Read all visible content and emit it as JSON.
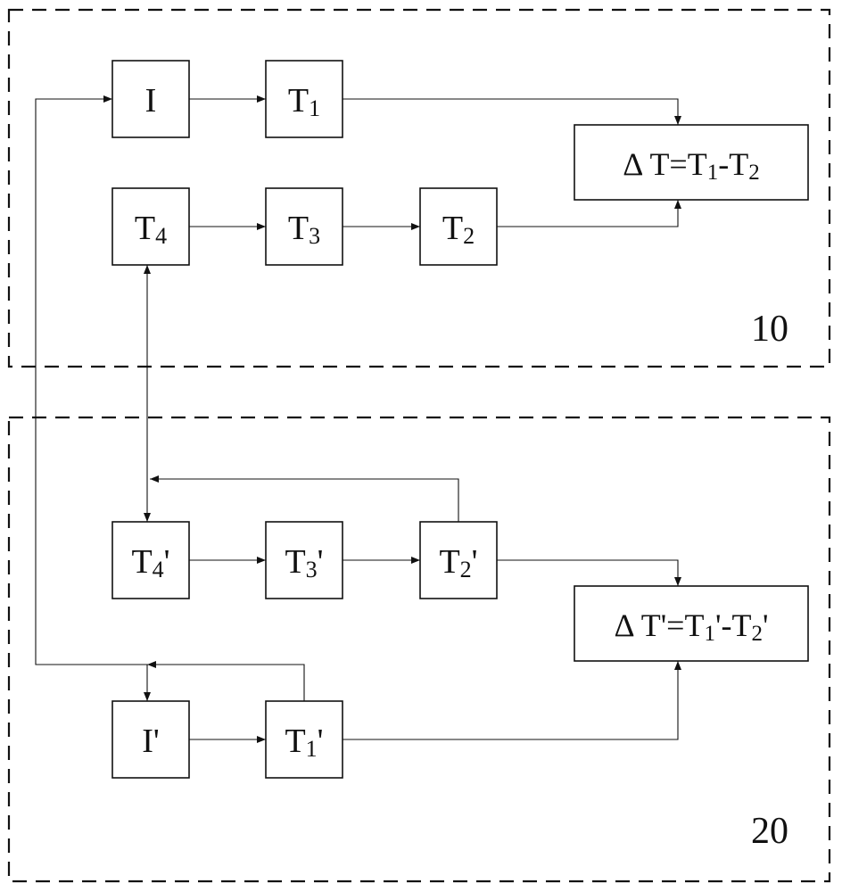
{
  "regions": {
    "top": {
      "label": "10"
    },
    "bottom": {
      "label": "20"
    }
  },
  "blocks": {
    "I": {
      "main": "I",
      "sub": "",
      "suffix": ""
    },
    "T1": {
      "main": "T",
      "sub": "1",
      "suffix": ""
    },
    "T2": {
      "main": "T",
      "sub": "2",
      "suffix": ""
    },
    "T3": {
      "main": "T",
      "sub": "3",
      "suffix": ""
    },
    "T4": {
      "main": "T",
      "sub": "4",
      "suffix": ""
    },
    "Ip": {
      "main": "I'",
      "sub": "",
      "suffix": ""
    },
    "T1p": {
      "main": "T",
      "sub": "1",
      "suffix": "'"
    },
    "T2p": {
      "main": "T",
      "sub": "2",
      "suffix": "'"
    },
    "T3p": {
      "main": "T",
      "sub": "3",
      "suffix": "'"
    },
    "T4p": {
      "main": "T",
      "sub": "4",
      "suffix": "'"
    }
  },
  "equations": {
    "top": {
      "delta": "Δ",
      "left": " T=T",
      "sub1": "1",
      "mid": "-T",
      "sub2": "2",
      "end": ""
    },
    "bottom": {
      "delta": "Δ",
      "left": " T'=T",
      "sub1": "1",
      "mid": "'-T",
      "sub2": "2",
      "end": "'"
    }
  }
}
